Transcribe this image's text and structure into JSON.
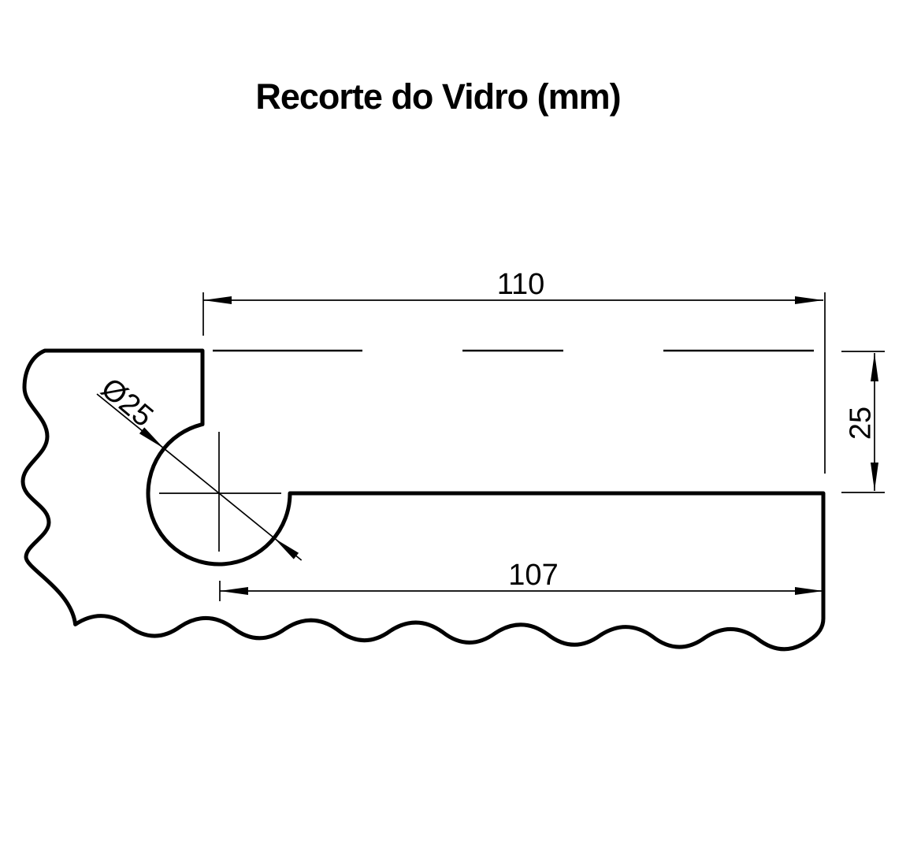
{
  "title": "Recorte do Vidro (mm)",
  "units": "mm",
  "dimensions": {
    "top_width": {
      "label": "110",
      "value": 110,
      "orientation": "horizontal"
    },
    "right_depth": {
      "label": "25",
      "value": 25,
      "orientation": "vertical"
    },
    "bottom_width": {
      "label": "107",
      "value": 107,
      "orientation": "horizontal"
    },
    "hole_diameter": {
      "label": "Ø25",
      "value": 25,
      "orientation": "diagonal"
    }
  },
  "colors": {
    "line": "#000000",
    "background": "#ffffff"
  }
}
